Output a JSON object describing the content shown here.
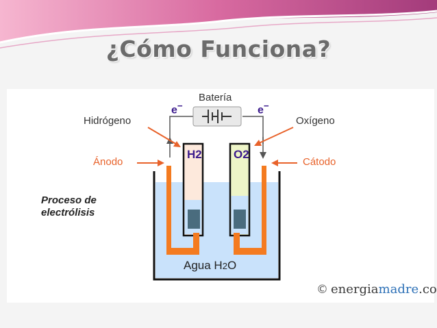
{
  "title": "¿Cómo Funciona?",
  "diagram": {
    "battery": "Batería",
    "electron_left": "e",
    "electron_right": "e",
    "electron_charge": "−",
    "hydrogen": "Hidrógeno",
    "oxygen": "Oxígeno",
    "anode": "Ánodo",
    "cathode": "Cátodo",
    "h2_base": "H",
    "h2_sub": "2",
    "o2_base": "O",
    "o2_sub": "2",
    "process": "Proceso de electrólisis",
    "water_pre": "Agua H",
    "water_sub": "2",
    "water_post": "O"
  },
  "credit": {
    "symbol": "©",
    "prefix": "energia",
    "brand": "madre",
    "suffix": ".com"
  },
  "colors": {
    "electrode": "#f47b20",
    "water": "#c9e2fb",
    "h2_tube": "#fde9dc",
    "o2_tube": "#eef5c8",
    "wire": "#555555",
    "label_purple": "#3b1a8c"
  }
}
